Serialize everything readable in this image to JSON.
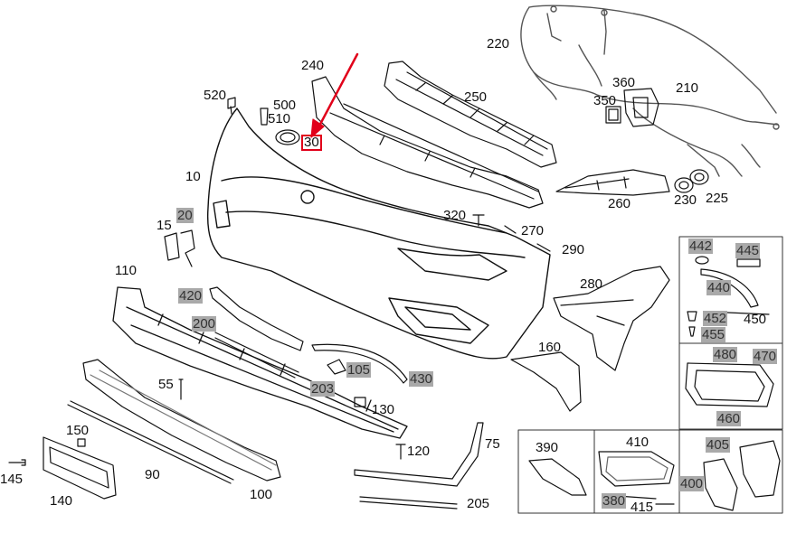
{
  "diagram": {
    "accent_color": "#e1001a",
    "highlight_color": "#a9a9a9",
    "labels": {
      "p10": "10",
      "p15": "15",
      "p20": "20",
      "p55": "55",
      "p75": "75",
      "p90": "90",
      "p100": "100",
      "p105": "105",
      "p110": "110",
      "p120": "120",
      "p130": "130",
      "p140": "140",
      "p145": "145",
      "p150": "150",
      "p160": "160",
      "p200": "200",
      "p203": "203",
      "p205": "205",
      "p210": "210",
      "p220": "220",
      "p225": "225",
      "p230": "230",
      "p240": "240",
      "p250": "250",
      "p260": "260",
      "p270": "270",
      "p280": "280",
      "p290": "290",
      "p30": "30",
      "p320": "320",
      "p350": "350",
      "p360": "360",
      "p380": "380",
      "p390": "390",
      "p400": "400",
      "p405": "405",
      "p410": "410",
      "p415": "415",
      "p420": "420",
      "p430": "430",
      "p440": "440",
      "p442": "442",
      "p445": "445",
      "p450": "450",
      "p452": "452",
      "p455": "455",
      "p460": "460",
      "p470": "470",
      "p480": "480",
      "p500": "500",
      "p510": "510",
      "p520": "520"
    },
    "highlighted_parts": [
      "20",
      "105",
      "200",
      "203",
      "380",
      "400",
      "405",
      "420",
      "430",
      "440",
      "442",
      "445",
      "452",
      "455",
      "460",
      "470",
      "480"
    ],
    "selected_part": "30"
  }
}
